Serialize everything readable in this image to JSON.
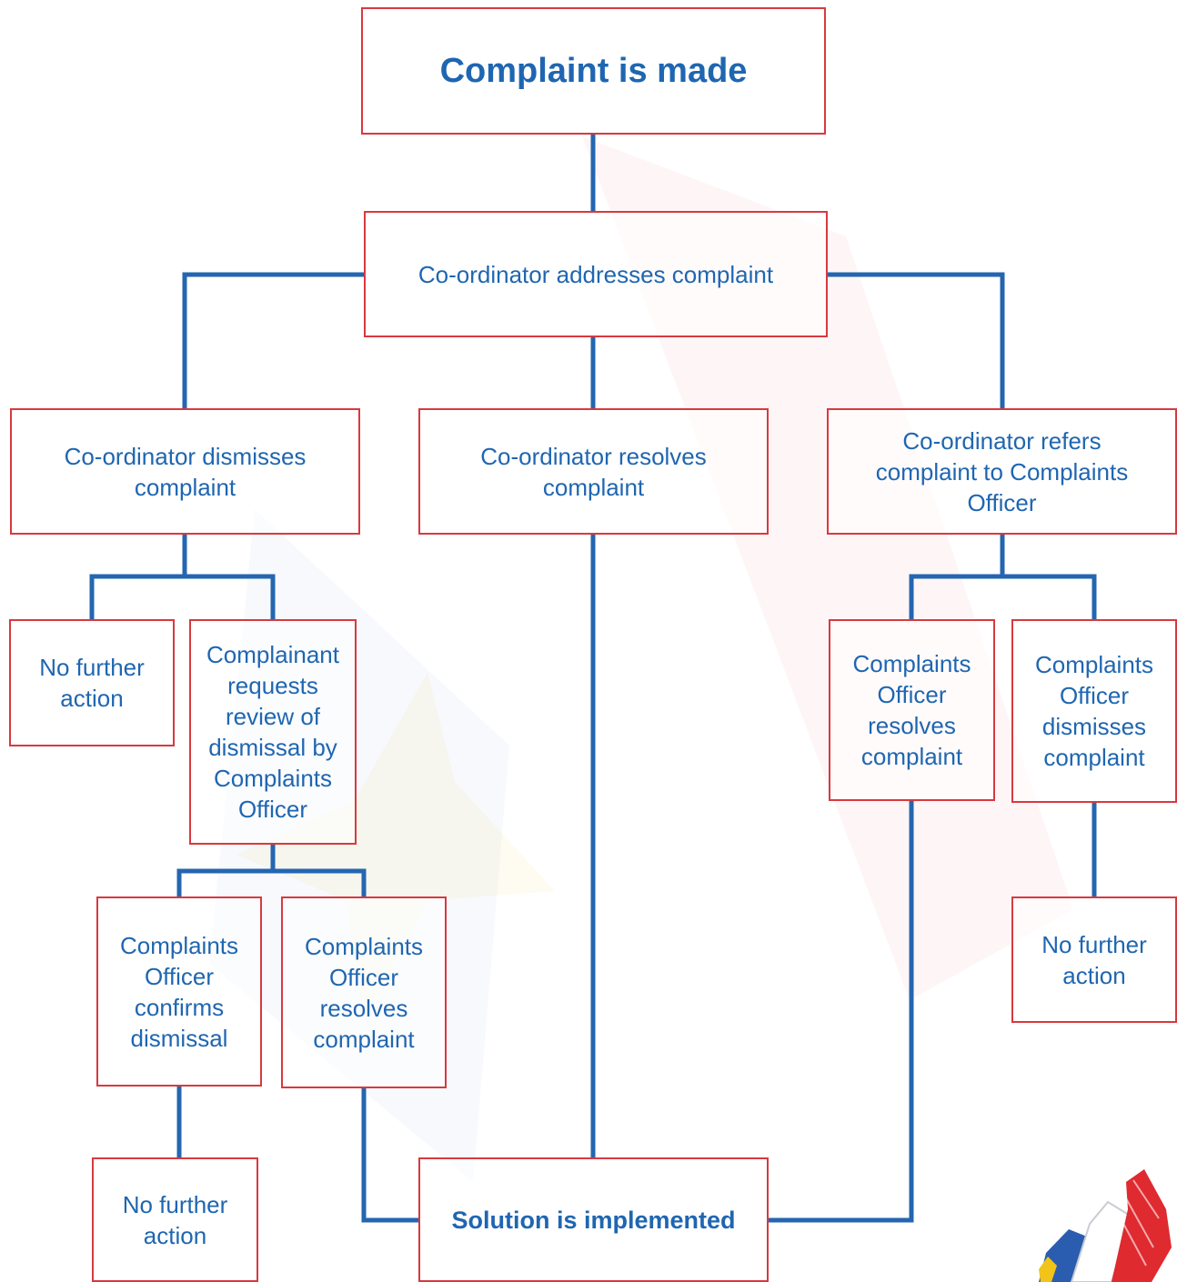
{
  "colors": {
    "box_border": "#d8393f",
    "connector": "#2466b0",
    "text": "#1f66b1"
  },
  "nodes": {
    "complaint_made": "Complaint is made",
    "coordinator_addresses": "Co-ordinator addresses complaint",
    "coordinator_dismisses": "Co-ordinator dismisses complaint",
    "coordinator_resolves": "Co-ordinator resolves complaint",
    "coordinator_refers": "Co-ordinator refers complaint to Complaints Officer",
    "no_further_action_1": "No further action",
    "complainant_requests_review": "Complainant requests review of dismissal by Complaints Officer",
    "officer_resolves_right": "Complaints Officer resolves complaint",
    "officer_dismisses_right": "Complaints Officer dismisses complaint",
    "officer_confirms_dismissal": "Complaints Officer confirms dismissal",
    "officer_resolves_left": "Complaints Officer resolves complaint",
    "no_further_action_right": "No further action",
    "no_further_action_bottom": "No further action",
    "solution_implemented": "Solution is implemented"
  },
  "edges": [
    [
      "complaint_made",
      "coordinator_addresses"
    ],
    [
      "coordinator_addresses",
      "coordinator_dismisses"
    ],
    [
      "coordinator_addresses",
      "coordinator_resolves"
    ],
    [
      "coordinator_addresses",
      "coordinator_refers"
    ],
    [
      "coordinator_dismisses",
      "no_further_action_1"
    ],
    [
      "coordinator_dismisses",
      "complainant_requests_review"
    ],
    [
      "complainant_requests_review",
      "officer_confirms_dismissal"
    ],
    [
      "complainant_requests_review",
      "officer_resolves_left"
    ],
    [
      "officer_confirms_dismissal",
      "no_further_action_bottom"
    ],
    [
      "officer_resolves_left",
      "solution_implemented"
    ],
    [
      "coordinator_resolves",
      "solution_implemented"
    ],
    [
      "coordinator_refers",
      "officer_resolves_right"
    ],
    [
      "coordinator_refers",
      "officer_dismisses_right"
    ],
    [
      "officer_dismisses_right",
      "no_further_action_right"
    ],
    [
      "officer_resolves_right",
      "solution_implemented"
    ]
  ]
}
